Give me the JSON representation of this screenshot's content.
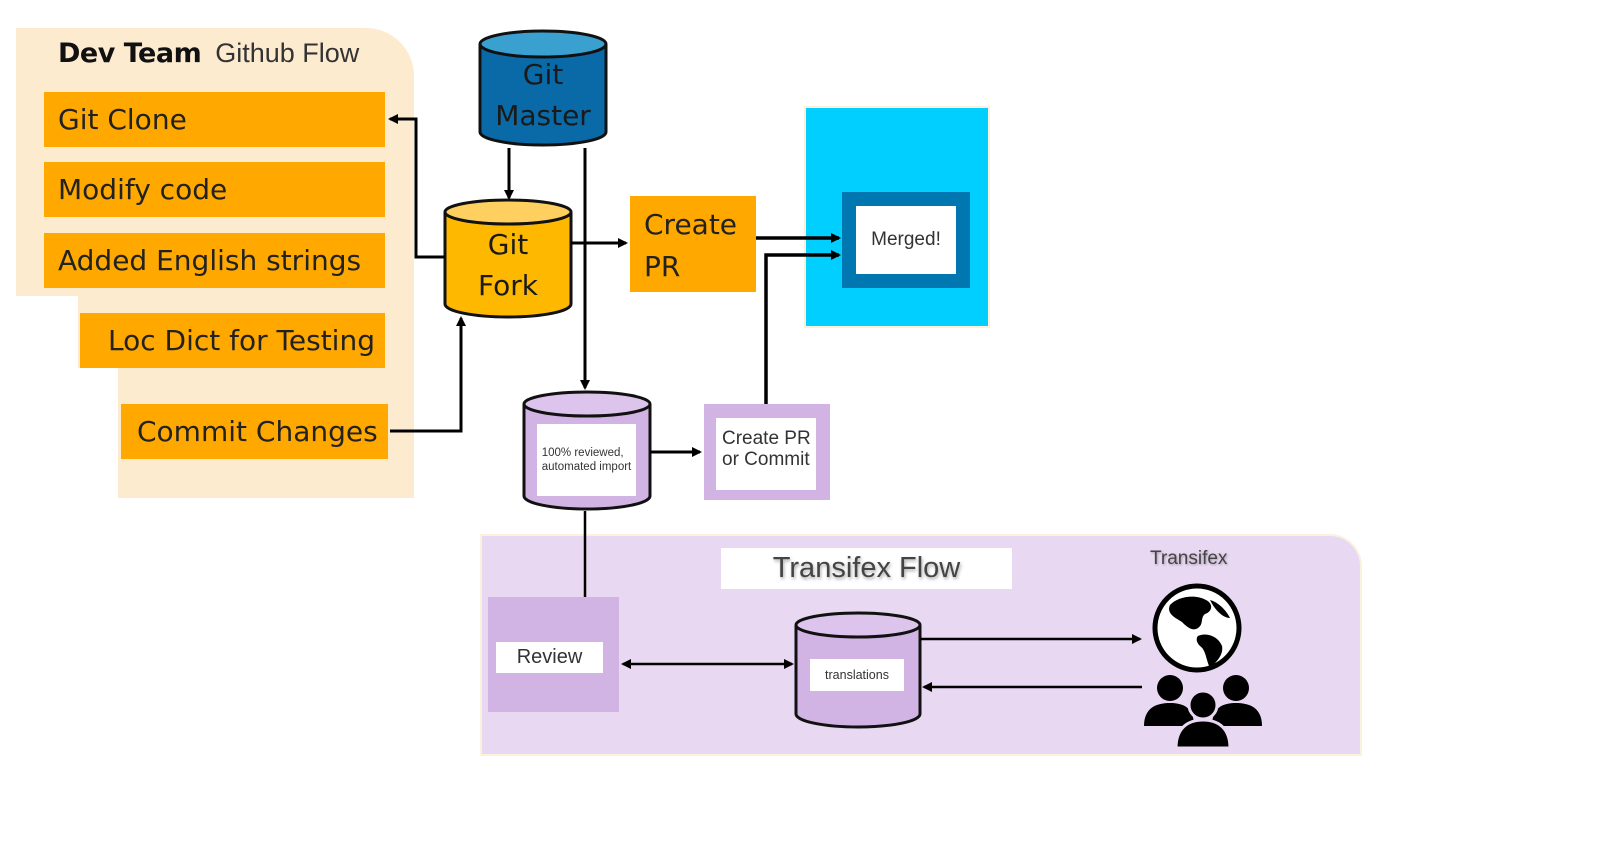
{
  "dev_team": {
    "title_bold": "Dev Team",
    "title_sub": "Github Flow",
    "steps": [
      {
        "label": "Git Clone"
      },
      {
        "label": "Modify code"
      },
      {
        "label": "Added English strings"
      },
      {
        "label": "Loc Dict for Testing"
      },
      {
        "label": "Commit Changes"
      }
    ]
  },
  "repos": {
    "master": {
      "line1": "Git",
      "line2": "Master"
    },
    "fork": {
      "line1": "Git",
      "line2": "Fork"
    },
    "automated": {
      "line1": "100% reviewed,",
      "line2": "automated import"
    }
  },
  "create_pr": {
    "line1": "Create",
    "line2": "PR"
  },
  "merged": {
    "label": "Merged!"
  },
  "create_pr_commit": {
    "line1": "Create PR",
    "line2": "or Commit"
  },
  "transifex_flow": {
    "title": "Transifex Flow",
    "review_label": "Review",
    "translations_label": "translations",
    "brand_label": "Transifex"
  },
  "colors": {
    "orange": "#ffa800",
    "panel_peach": "#fdebd0",
    "master_blue": "#0a6aa8",
    "fork_yellow": "#ffb800",
    "merged_cyan": "#00cfff",
    "merged_frame": "#0077b0",
    "lavender": "#d2b4e4",
    "transifex_panel": "#e8d8f2"
  }
}
